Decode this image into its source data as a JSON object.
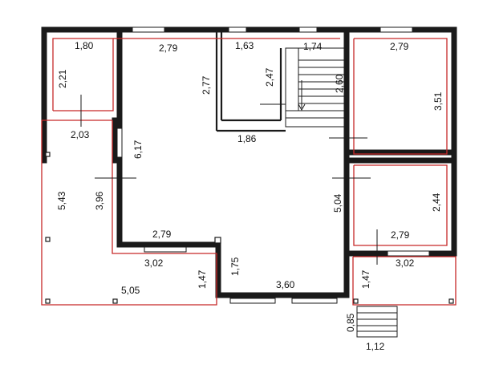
{
  "plan": {
    "dimensions": {
      "d_180": "1,80",
      "d_279_top": "2,79",
      "d_163": "1,63",
      "d_174": "1,74",
      "d_279_tr": "2,79",
      "d_221": "2,21",
      "d_277": "2,77",
      "d_247": "2,47",
      "d_260": "2,60",
      "d_351": "3,51",
      "d_203": "2,03",
      "d_617": "6,17",
      "d_186": "1,86",
      "d_543": "5,43",
      "d_396": "3,96",
      "d_504": "5,04",
      "d_244": "2,44",
      "d_279_mid": "2,79",
      "d_279_br": "2,79",
      "d_302_l": "3,02",
      "d_175": "1,75",
      "d_302_r": "3,02",
      "d_147_l": "1,47",
      "d_147_r": "1,47",
      "d_360": "3,60",
      "d_505": "5,05",
      "d_085": "0,85",
      "d_112": "1,12"
    }
  }
}
